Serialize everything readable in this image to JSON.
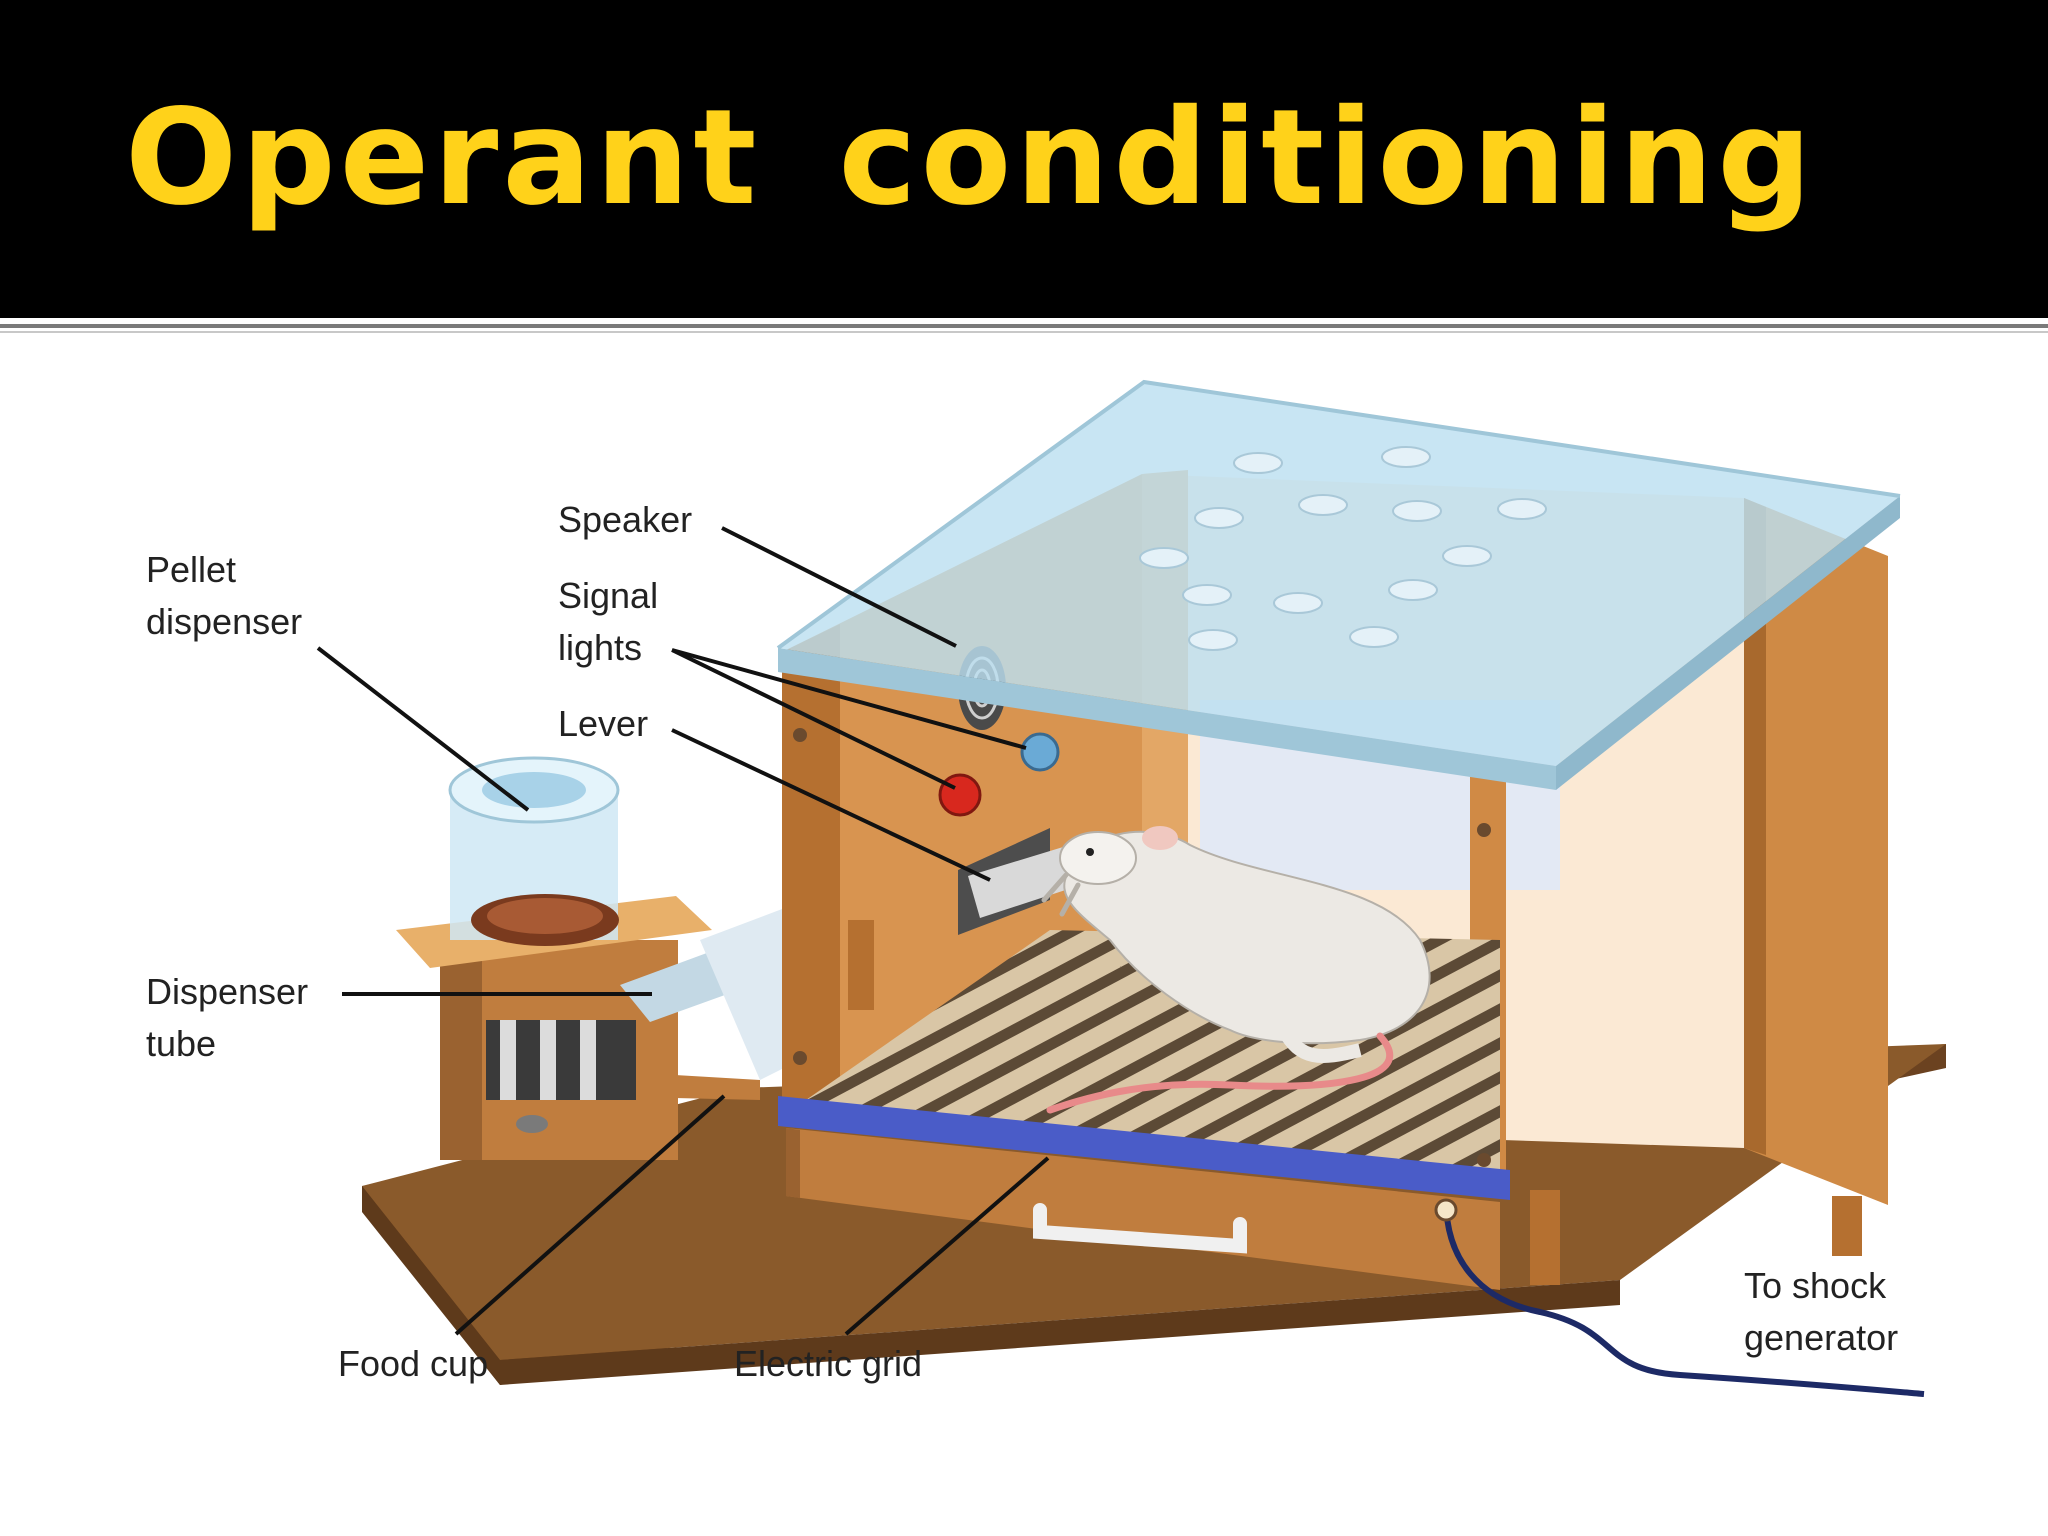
{
  "title": "Operant conditioning",
  "labels": {
    "speaker": "Speaker",
    "pellet_dispenser": [
      "Pellet",
      "dispenser"
    ],
    "signal_lights": [
      "Signal",
      "lights"
    ],
    "lever": "Lever",
    "dispenser_tube": [
      "Dispenser",
      "tube"
    ],
    "food_cup": "Food cup",
    "electric_grid": "Electric grid",
    "shock_generator": [
      "To shock",
      "generator"
    ]
  },
  "colors": {
    "title_bar": "#000000",
    "title_text": "#ffd21a",
    "wood": "#d08a45",
    "base": "#8a5a2b",
    "glass": "#bcdff0",
    "grid_bar": "#4a5cc8",
    "signal_red": "#d8281e",
    "signal_blue": "#6aaad6"
  }
}
